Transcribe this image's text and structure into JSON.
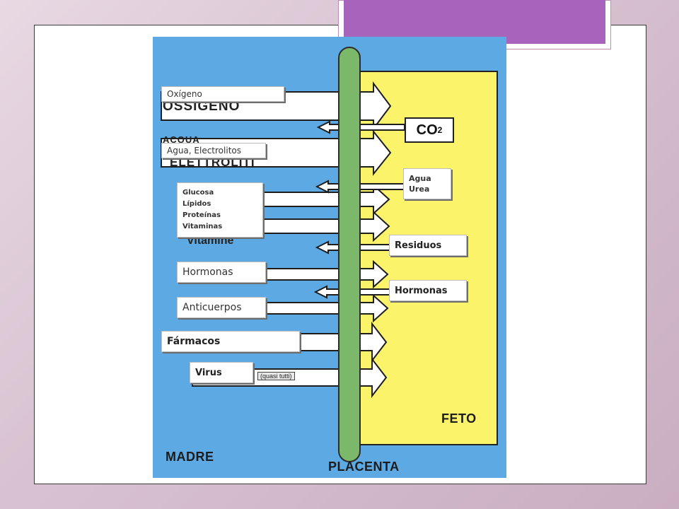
{
  "diagram": {
    "zones": {
      "mother": "MADRE",
      "placenta": "PLACENTA",
      "fetus": "FETO"
    },
    "co2": {
      "main": "CO",
      "sub": "2"
    },
    "labels": {
      "oxygen": "Oxígeno",
      "water_electrolytes": "Agua, Electrolitos",
      "nutrients_1": "Glucosa",
      "nutrients_2": "Lípidos",
      "nutrients_3": "Proteínas",
      "nutrients_4": "Vitaminas",
      "hormones_mother": "Hormonas",
      "antibodies": "Anticuerpos",
      "drugs": "Fármacos",
      "virus": "Virus",
      "water_urea_1": "Agua",
      "water_urea_2": "Urea",
      "waste": "Residuos",
      "hormones_fetus": "Hormonas"
    },
    "underlying_text": {
      "ossigeno": "OSSIGENO",
      "acqua": "ACQUA",
      "elettroliti": "ELETTROLITI",
      "vitamine": "Vitamine",
      "quasi_tutti": "(quasi tutti)"
    },
    "colors": {
      "mother_bg": "#5da9e4",
      "fetus_bg": "#fbf36a",
      "placenta": "#7bb86a",
      "title_accent": "#a864bd"
    }
  }
}
